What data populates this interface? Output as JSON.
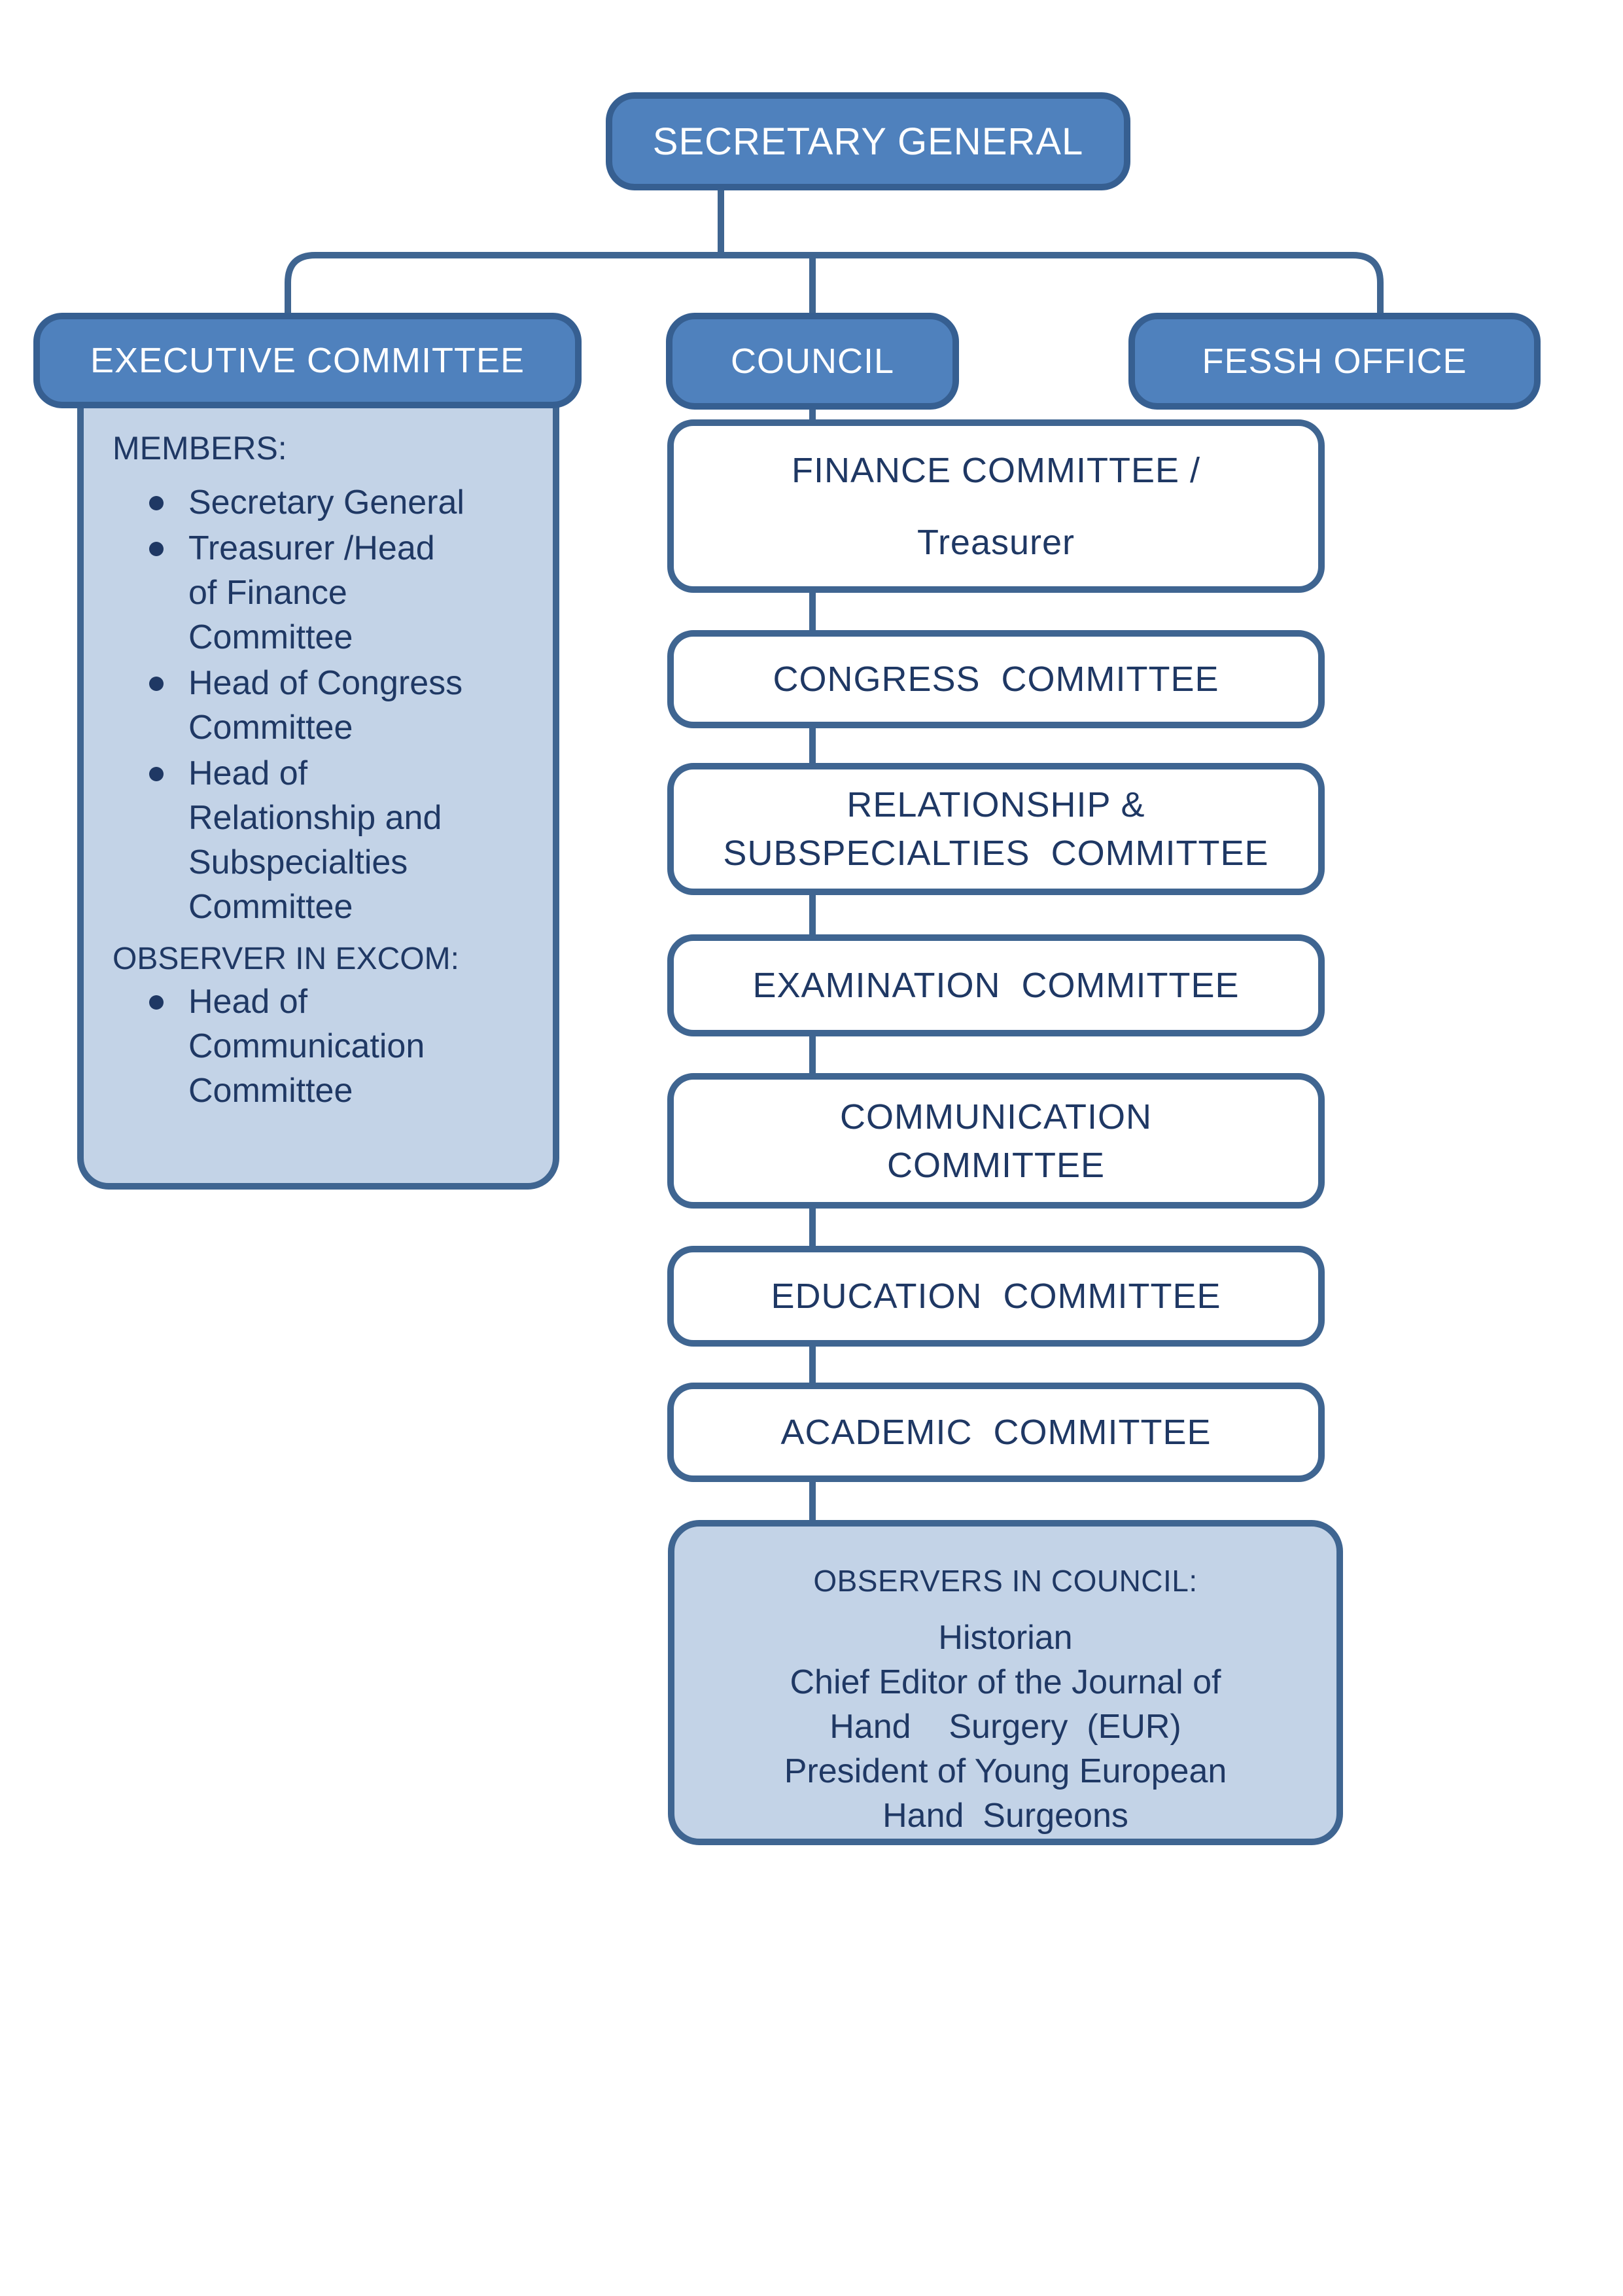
{
  "palette": {
    "node_fill": "#4f81bd",
    "node_border": "#365f91",
    "panel_fill": "#c3d3e7",
    "panel_border": "#3f6591",
    "text_navy": "#1f3864",
    "connector": "#3f6591"
  },
  "root": {
    "label": "SECRETARY GENERAL"
  },
  "executive": {
    "label": "EXECUTIVE COMMITTEE",
    "members_heading": "MEMBERS:",
    "members": [
      "Secretary General",
      "Treasurer /Head\nof Finance\nCommittee",
      "Head of Congress\nCommittee",
      "Head of\nRelationship and\nSubspecialties\nCommittee"
    ],
    "observer_heading": "OBSERVER IN EXCOM:",
    "observer_members": [
      "Head of\nCommunication\nCommittee"
    ]
  },
  "council": {
    "label": "COUNCIL",
    "committees": [
      "FINANCE COMMITTEE /\nTreasurer",
      "CONGRESS  COMMITTEE",
      "RELATIONSHIP &\nSUBSPECIALTIES  COMMITTEE",
      "EXAMINATION  COMMITTEE",
      "COMMUNICATION\nCOMMITTEE",
      "EDUCATION  COMMITTEE",
      "ACADEMIC  COMMITTEE"
    ],
    "observers_heading": "OBSERVERS IN COUNCIL:",
    "observers": "Historian\nChief Editor of the Journal of\nHand    Surgery  (EUR)\nPresident of Young European\nHand  Surgeons"
  },
  "fessh": {
    "label": "FESSH OFFICE"
  }
}
